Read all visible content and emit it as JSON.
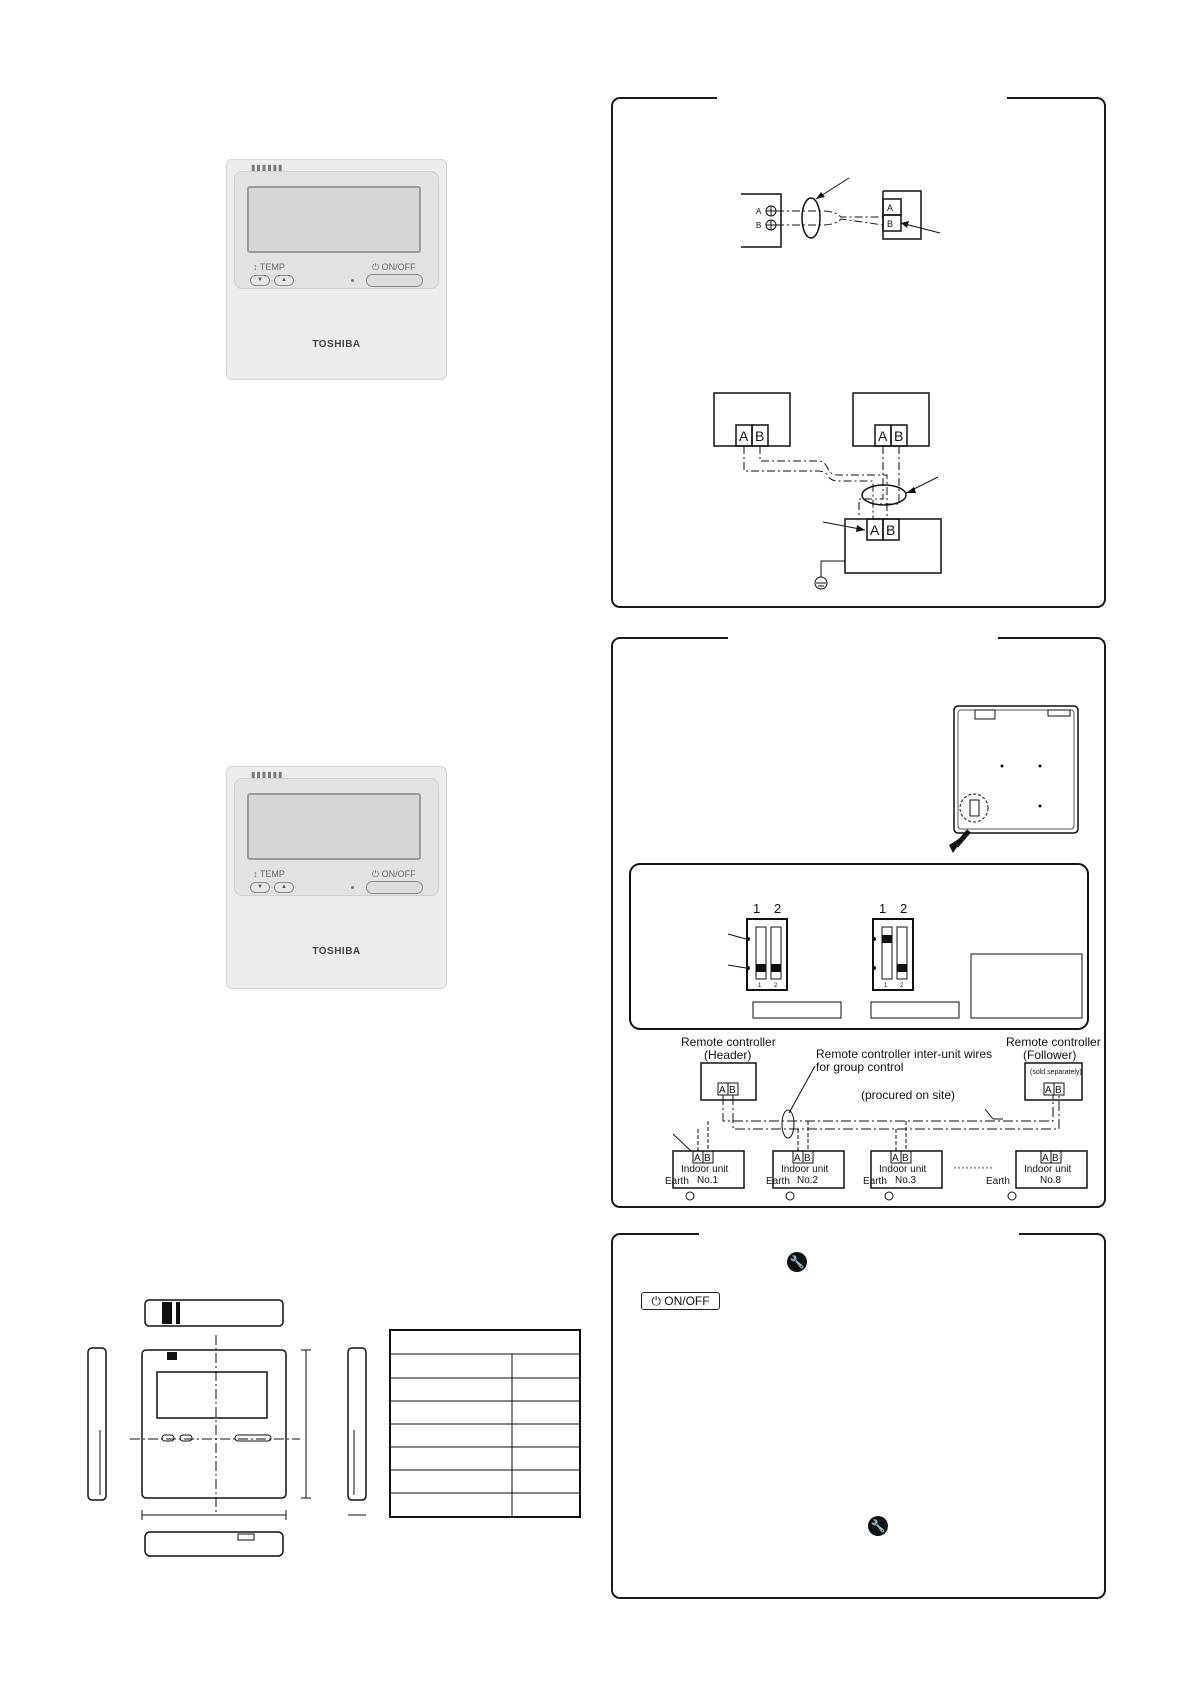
{
  "remote_controller": {
    "brand": "TOSHIBA",
    "temp_label": "TEMP",
    "onoff_label": "ON/OFF",
    "vents": "▮▮▮▮▮▮"
  },
  "wiring_diagram_1": {
    "terminal_a": "A",
    "terminal_b": "B"
  },
  "wiring_diagram_2": {
    "terminal_a": "A",
    "terminal_b": "B"
  },
  "dip_switch": {
    "left_numbers": [
      "1",
      "2"
    ],
    "right_numbers": [
      "1",
      "2"
    ]
  },
  "group_control": {
    "header_label": "Remote controller",
    "header_sub": "(Header)",
    "follower_label": "Remote controller",
    "follower_sub": "(Follower)",
    "sold_separately": "(sold separately)",
    "wires_label": "Remote controller inter-unit wires",
    "wires_label_2": "for group control",
    "procured": "(procured on site)",
    "units": [
      {
        "line1": "Indoor unit",
        "line2": "No.1"
      },
      {
        "line1": "Indoor unit",
        "line2": "No.2"
      },
      {
        "line1": "Indoor unit",
        "line2": "No.3"
      },
      {
        "line1": "Indoor unit",
        "line2": "No.8"
      }
    ],
    "earth": "Earth",
    "terminal_a": "A",
    "terminal_b": "B"
  },
  "setting_panel": {
    "onoff_button": "ON/OFF"
  }
}
